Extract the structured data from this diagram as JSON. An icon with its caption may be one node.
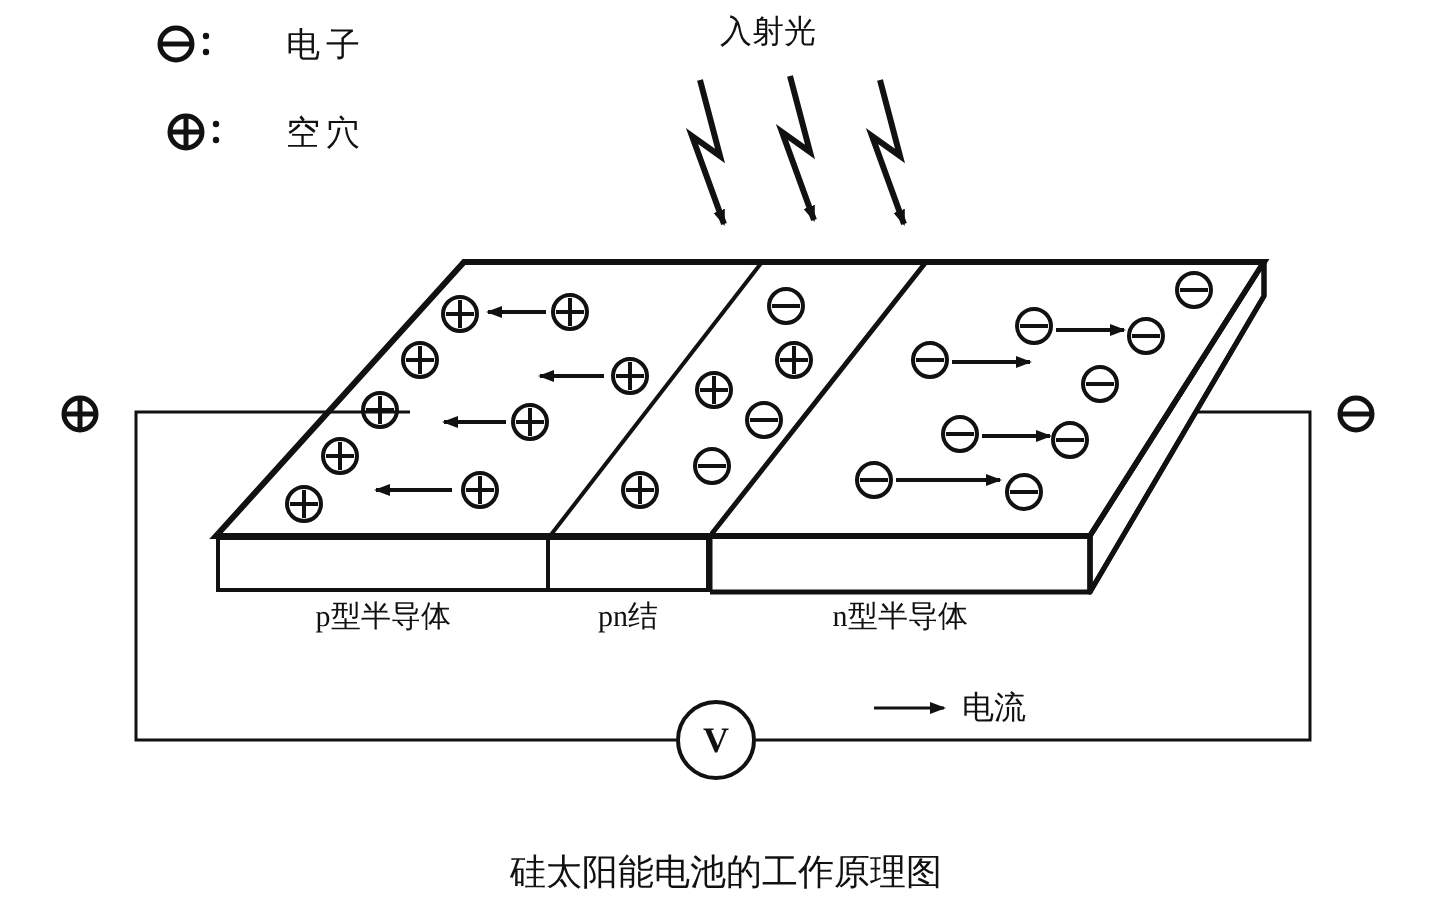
{
  "diagram": {
    "caption": "硅太阳能电池的工作原理图",
    "nodes": [
      {
        "text": [
          "p型半导体"
        ]
      },
      {
        "text": [
          "pn结"
        ]
      },
      {
        "text": [
          "n型半导体"
        ]
      },
      {
        "text": [
          "V"
        ]
      }
    ],
    "edges": [
      {
        "from": 0,
        "to": 3,
        "arrow": "none"
      },
      {
        "from": 3,
        "to": 2,
        "arrow": "none"
      }
    ],
    "labels": [
      "入射光",
      "电流"
    ],
    "legend": [
      {
        "text": "电子"
      },
      {
        "text": "空穴"
      }
    ]
  }
}
